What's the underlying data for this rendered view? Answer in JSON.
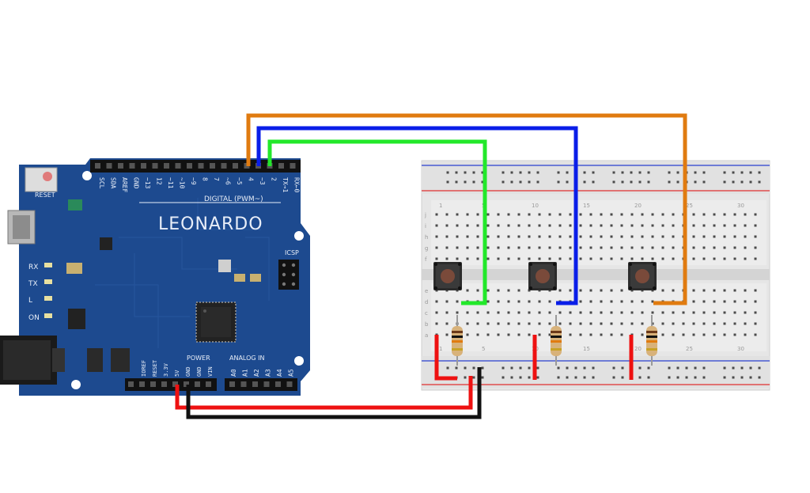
{
  "board": {
    "name": "LEONARDO",
    "digital_label": "DIGITAL (PWM~)",
    "power_label": "POWER",
    "analog_label": "ANALOG IN",
    "reset_label": "RESET",
    "icsp_label": "ICSP",
    "rx_label": "RX",
    "tx_label": "TX",
    "l_label": "L",
    "on_label": "ON",
    "top_header_pins": [
      "SCL",
      "SDA",
      "AREF",
      "GND",
      "~13",
      "12",
      "~11",
      "~10",
      "~9",
      "8",
      "7",
      "~6",
      "~5",
      "4",
      "~3",
      "2",
      "TX→1",
      "RX←0"
    ],
    "power_pins": [
      "IOREF",
      "RESET",
      "3.3V",
      "5V",
      "GND",
      "GND",
      "VIN"
    ],
    "analog_pins": [
      "A0",
      "A1",
      "A2",
      "A3",
      "A4",
      "A5"
    ]
  },
  "breadboard": {
    "column_numbers": [
      "1",
      "5",
      "10",
      "15",
      "20",
      "25",
      "30"
    ],
    "row_letters_top": [
      "j",
      "i",
      "h",
      "g",
      "f"
    ],
    "row_letters_bottom": [
      "e",
      "d",
      "c",
      "b",
      "a"
    ]
  },
  "wires": [
    {
      "name": "orange",
      "color": "#e07b10"
    },
    {
      "name": "blue",
      "color": "#0a1ee8"
    },
    {
      "name": "green",
      "color": "#22e82a"
    },
    {
      "name": "red",
      "color": "#ee1111"
    },
    {
      "name": "black",
      "color": "#111111"
    }
  ],
  "colors": {
    "pcb": "#1d4a8f",
    "pcb_dark": "#153a74",
    "breadboard": "#e6e6e6",
    "rail_red": "#e03030",
    "rail_blue": "#2a40d0",
    "button_cap": "#7a4a3a"
  }
}
